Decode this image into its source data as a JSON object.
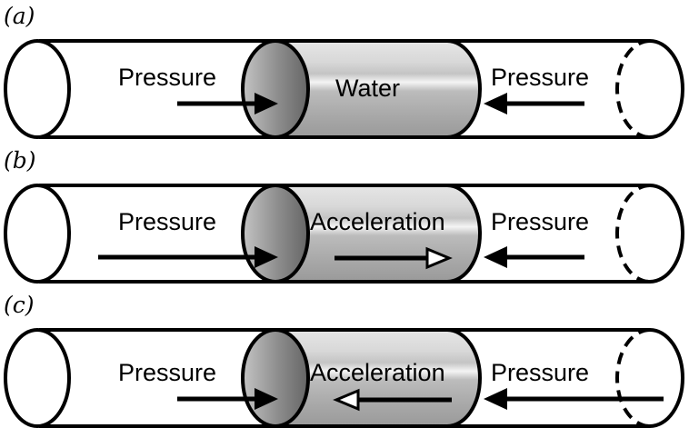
{
  "panels": [
    {
      "tag": "(a)",
      "left_label": "Pressure",
      "center_label": "Water",
      "right_label": "Pressure",
      "left_arrow": "short",
      "right_arrow": "short",
      "accel": "none"
    },
    {
      "tag": "(b)",
      "left_label": "Pressure",
      "center_label": "Acceleration",
      "right_label": "Pressure",
      "left_arrow": "long",
      "right_arrow": "short",
      "accel": "right"
    },
    {
      "tag": "(c)",
      "left_label": "Pressure",
      "center_label": "Acceleration",
      "right_label": "Pressure",
      "left_arrow": "short",
      "right_arrow": "long",
      "accel": "left"
    }
  ],
  "colors": {
    "outline": "#000000",
    "water_top": "#e4e4e4",
    "water_mid": "#c8c8c8",
    "water_shine": "#f4f4f4",
    "water_bottom": "#9e9e9e",
    "face_light": "#c2c2c2",
    "face_dark": "#6e6e6e"
  }
}
